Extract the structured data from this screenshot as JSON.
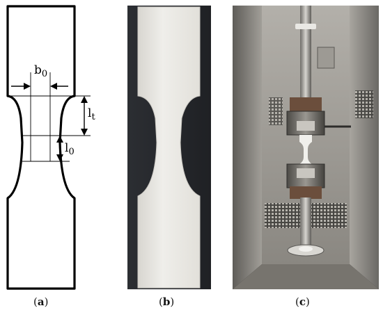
{
  "figure": {
    "panels": [
      {
        "id": "a",
        "caption_letter": "a",
        "dimension_labels": {
          "width_base": "b",
          "width_sub": "0",
          "length_total": "l",
          "length_total_sub": "t",
          "length_gauge": "l",
          "length_gauge_sub": "0"
        },
        "description": "dog-bone specimen schematic"
      },
      {
        "id": "b",
        "caption_letter": "b",
        "description": "photo of printed specimen"
      },
      {
        "id": "c",
        "caption_letter": "c",
        "description": "photo of tensile testing machine with specimen clamped"
      }
    ]
  },
  "colors": {
    "outline": "#000000",
    "specimen_white": "#ecebe6",
    "dark_background": "#25272b",
    "chamber_metal": "#8c8a85"
  }
}
